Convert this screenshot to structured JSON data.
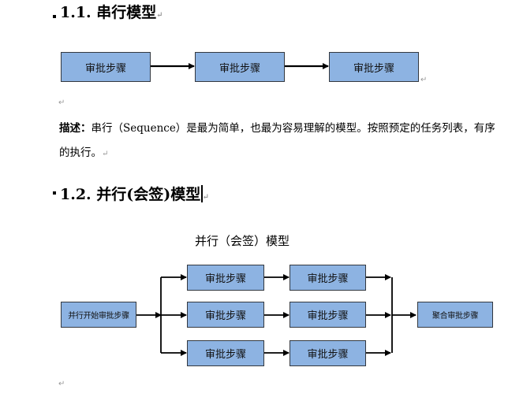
{
  "section1": {
    "heading": "1.1. 串行模型",
    "flow": [
      "审批步骤",
      "审批步骤",
      "审批步骤"
    ],
    "description_label": "描述：",
    "description_line1": "串行（Sequence）是最为简单，也最为容易理解的模型。按照预定的任务列表，有序",
    "description_line2": "的执行。"
  },
  "section2": {
    "heading": "1.2. 并行(会签)模型",
    "diagram_title": "并行（会签）模型",
    "start_box": "并行开始审批步骤",
    "rows": [
      [
        "审批步骤",
        "审批步骤"
      ],
      [
        "审批步骤",
        "审批步骤"
      ],
      [
        "审批步骤",
        "审批步骤"
      ]
    ],
    "end_box": "聚合审批步骤"
  },
  "paragraph_mark": "↵",
  "colors": {
    "box_fill": "#8db3e2",
    "box_border": "#33383f",
    "mark": "#9a9a9a"
  }
}
